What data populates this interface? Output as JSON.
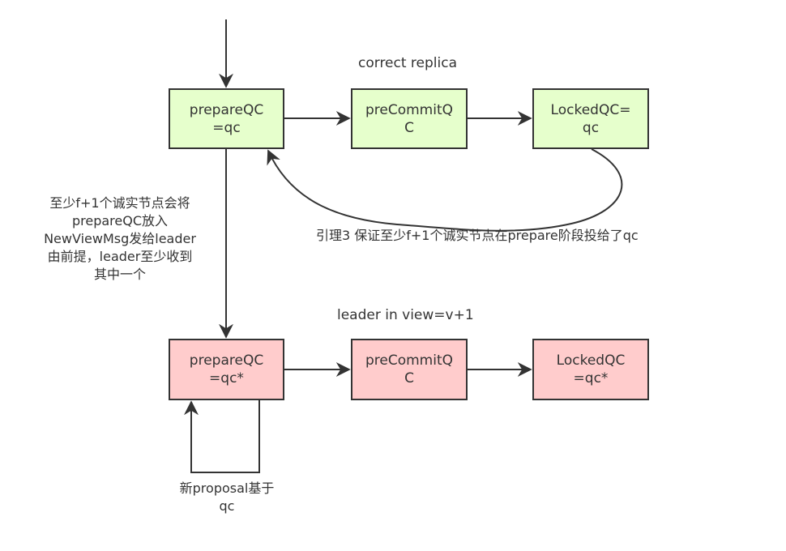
{
  "colors": {
    "correct_fill": "#e6ffcc",
    "leader_fill": "#ffcccc",
    "stroke": "#333333",
    "text": "#333333"
  },
  "top_row": {
    "title": "correct replica",
    "box1": "prepareQC\n=qc",
    "box2": "preCommitQ\nC",
    "box3": "LockedQC=\nqc"
  },
  "bottom_row": {
    "title": "leader in view=v+1",
    "box1": "prepareQC\n=qc*",
    "box2": "preCommitQ\nC",
    "box3": "LockedQC\n=qc*"
  },
  "notes": {
    "left_note": "至少f+1个诚实节点会将\nprepareQC放入\nNewViewMsg发给leader\n由前提，leader至少收到\n其中一个",
    "lemma_note": "引理3 保证至少f+1个诚实节点在prepare阶段投给了qc",
    "proposal_note": "新proposal基于\nqc"
  }
}
